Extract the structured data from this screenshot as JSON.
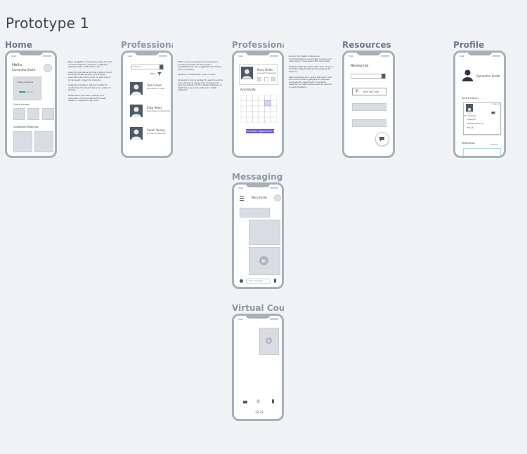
{
  "page": {
    "title": "Prototype 1"
  },
  "frames": {
    "home": "Home",
    "professionals_list": "Professional",
    "professional_detail": "Professional",
    "resources": "Resources",
    "profile": "Profile",
    "messaging": "Messaging a",
    "virtual": "Virtual Coun"
  },
  "home": {
    "status_time": "3:41",
    "greeting": "Hello,",
    "user_name": "Samantha Smith",
    "card_title": "Daily Analytics",
    "progress_value": 0.45,
    "quick_access": "Quick Access",
    "suggested": "Suggested Readings",
    "notes": [
      "Main navigation and welcome page for quick access to features, analytics, suggested articles/media, notifications, etc.",
      "Analytics provides a summary data of mood tracking, fitness activity, and possibly environmental metrics such as warnings of cyclones etc. impact on students.",
      "Suggested media to relevant (edited) to curated list of relevant resources, videos or articles.",
      "Notifications, are future activity and reminders, communications from peer advisors, requests to log mood."
    ]
  },
  "professionals_list": {
    "status_time": "3:41",
    "search_placeholder": "Search",
    "filter": "Filter",
    "items": [
      {
        "name": "Tom Green",
        "role": "Specialises in career"
      },
      {
        "name": "Eliza Ahad",
        "role": "Specialises in adolescents"
      },
      {
        "name": "Sarah Young",
        "role": "Licensed Professional"
      }
    ],
    "notes": [
      "Offers quick connections to licensed and licensed professionals to provide a sympathetic ear and suggestions for further action if needed",
      "Sessions: professionals, area, or video",
      "At session's end, provides the user to use the mood tracker to gauge their progress and give the opportunity for positive feedback on helpfulness as well as optional in depth feedback."
    ]
  },
  "professional_detail": {
    "status_time": "3:41",
    "name": "Mary Hollis",
    "role": "Licensed Professional",
    "availability": "Availability",
    "schedule_button": "Schedule Appointment",
    "notes": [
      "Links to full Health schedule as recommendations e.g. Further links to your resources for more useful MH information.",
      "Possible integration with other than links to a summary page to help build an agenda for sessions.",
      "After someone's end, opens the user to use the mood tracker to gauge their progress and gives the opportunity for positive feedback on helpfulness as well as optional in depth feedback."
    ]
  },
  "resources": {
    "status_time": "3:41",
    "title": "Resources",
    "phone": "000 000 000"
  },
  "profile": {
    "status_time": "3:41",
    "name": "Samantha Smith",
    "activity": "Active History",
    "see_all": "See All",
    "doctor": "Dr. Sullivan",
    "line2": "Therapist",
    "line3": "2640 Flanders Ave",
    "line4": "Feb 24",
    "medication": "Medication",
    "see_all_2": "See All"
  },
  "messaging": {
    "status_time": "3:41",
    "contact": "Mary Hollis",
    "input_placeholder": "Type a message..."
  },
  "virtual": {
    "status_time": "3:41",
    "timer": "12:33"
  },
  "colors": {
    "accent": "#6b54e0",
    "progress": "#2aa58e",
    "frame": "#a6b0bb"
  }
}
